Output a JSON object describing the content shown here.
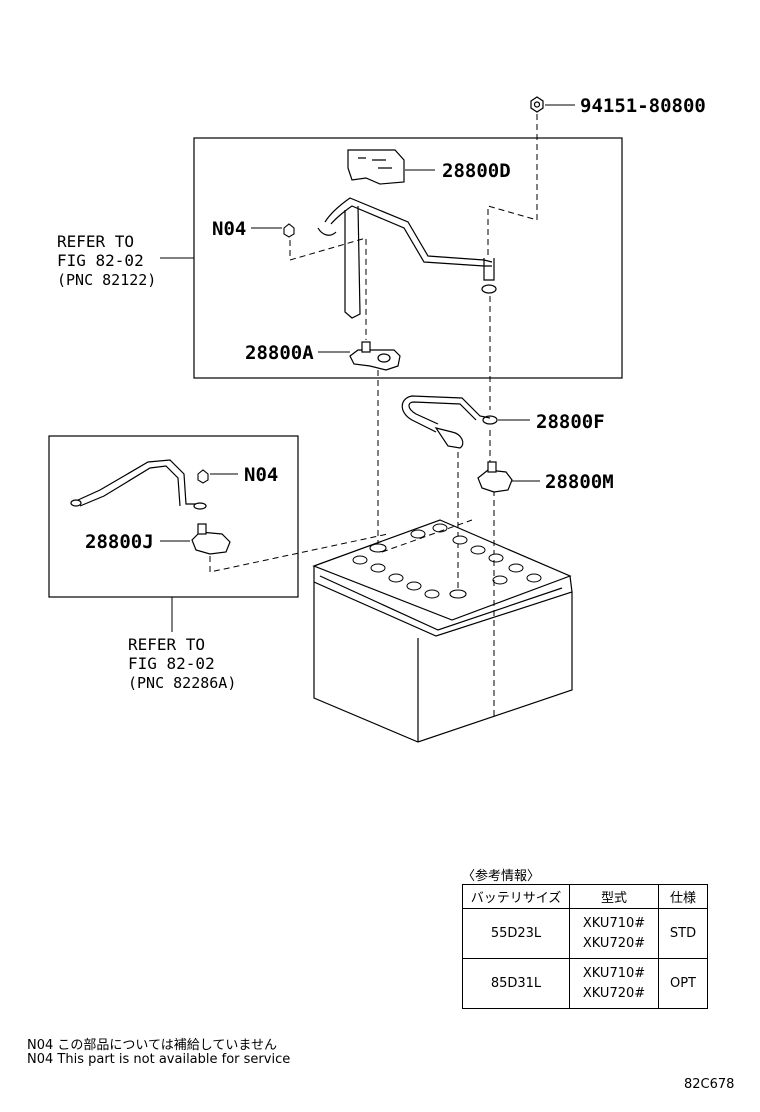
{
  "callouts": {
    "nut_top": "94151-80800",
    "cover": "28800D",
    "nut_n04_upper": "N04",
    "clamp_a": "28800A",
    "cable_f": "28800F",
    "clamp_m": "28800M",
    "nut_n04_lower": "N04",
    "clamp_j": "28800J"
  },
  "refer_upper": {
    "line1": "REFER TO",
    "line2": "FIG 82-02",
    "line3": "(PNC 82122)"
  },
  "refer_lower": {
    "line1": "REFER TO",
    "line2": "FIG 82-02",
    "line3": "(PNC 82286A)"
  },
  "reference_table": {
    "title": "〈参考情報〉",
    "headers": [
      "バッテリサイズ",
      "型式",
      "仕様"
    ],
    "rows": [
      {
        "size": "55D23L",
        "model_1": "XKU710#",
        "model_2": "XKU720#",
        "spec": "STD"
      },
      {
        "size": "85D31L",
        "model_1": "XKU710#",
        "model_2": "XKU720#",
        "spec": "OPT"
      }
    ]
  },
  "notes": {
    "ja": "N04 この部品については補給していません",
    "en": "N04 This part is not available for service"
  },
  "figure_id": "82C678"
}
